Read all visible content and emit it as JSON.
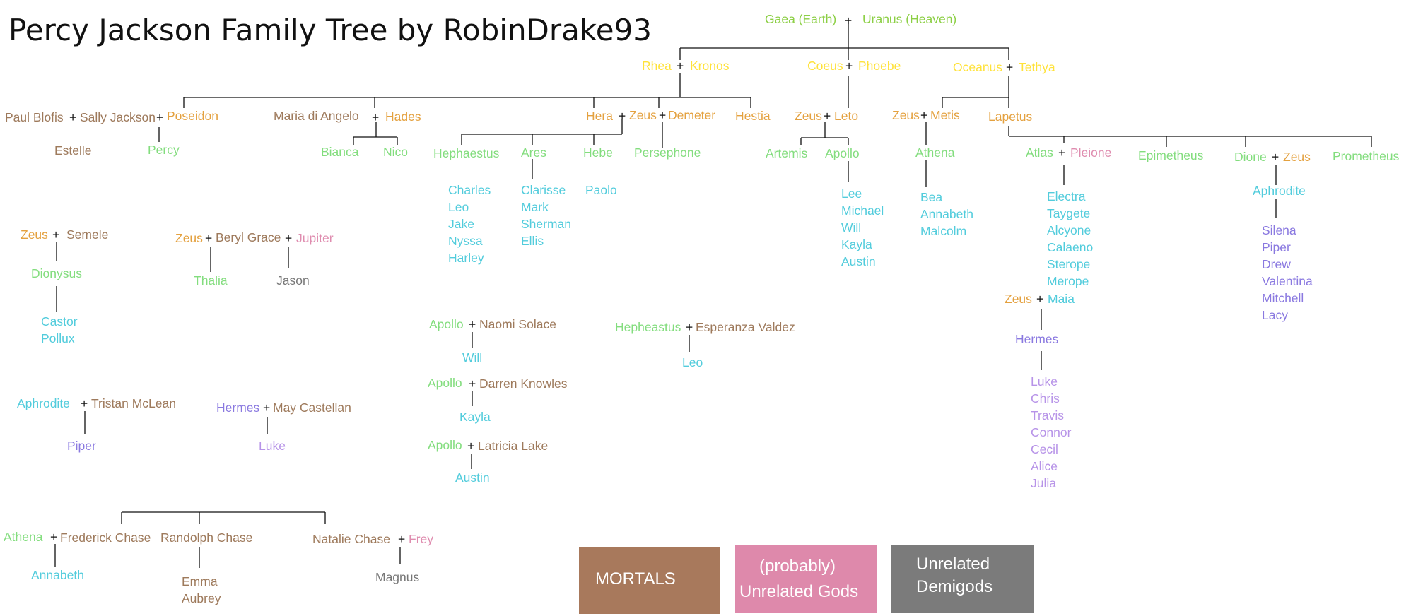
{
  "title": "Percy Jackson Family Tree by RobinDrake93",
  "colors": {
    "primordial": "#8ccf45",
    "titan": "#ffe23a",
    "olympian": "#e4a13f",
    "god": "#83dd7e",
    "demigod": "#52ccdc",
    "mortal": "#9e7a5c",
    "plus": "#111111",
    "unrelated_god": "#df8caf",
    "unrelated_demigod": "#777777",
    "hermes_child": "#b793e8",
    "aphrodite_child": "#8a79e0",
    "mortals_box": "#a8795c",
    "unrelated_gods_box": "#de89ab",
    "unrelated_demigods_box": "#7b7b7b"
  },
  "labels": {
    "gaea": "Gaea (Earth)",
    "uranus": "Uranus (Heaven)",
    "rhea": "Rhea",
    "kronos": "Kronos",
    "coeus": "Coeus",
    "phoebe": "Phoebe",
    "oceanus": "Oceanus",
    "tethya": "Tethya",
    "paul": "Paul Blofis",
    "sally": "Sally Jackson",
    "poseidon": "Poseidon",
    "estelle": "Estelle",
    "percy": "Percy",
    "maria": "Maria di Angelo",
    "hades": "Hades",
    "bianca": "Bianca",
    "nico": "Nico",
    "hera": "Hera",
    "zeus_main": "Zeus",
    "demeter": "Demeter",
    "hestia": "Hestia",
    "hephaestus": "Hephaestus",
    "ares": "Ares",
    "hebe": "Hebe",
    "persephone": "Persephone",
    "zeus_leto": "Zeus",
    "leto": "Leto",
    "artemis": "Artemis",
    "apollo": "Apollo",
    "zeus_metis": "Zeus",
    "metis": "Metis",
    "athena": "Athena",
    "lapetus": "Lapetus",
    "atlas": "Atlas",
    "pleione": "Pleione",
    "epimetheus": "Epimetheus",
    "dione": "Dione",
    "zeus_dione": "Zeus",
    "prometheus": "Prometheus",
    "aphrodite": "Aphrodite",
    "zeus_maia": "Zeus",
    "maia": "Maia",
    "hermes": "Hermes",
    "zeus_semele": "Zeus",
    "semele": "Semele",
    "dionysus": "Dionysus",
    "zeus_beryl": "Zeus",
    "beryl": "Beryl Grace",
    "jupiter": "Jupiter",
    "thalia": "Thalia",
    "jason": "Jason",
    "apollo1": "Apollo",
    "naomi": "Naomi Solace",
    "will2": "Will",
    "apollo2": "Apollo",
    "darren": "Darren Knowles",
    "kayla2": "Kayla",
    "apollo3": "Apollo",
    "latricia": "Latricia Lake",
    "austin2": "Austin",
    "hepheastus": "Hepheastus",
    "esperanza": "Esperanza Valdez",
    "leo2": "Leo",
    "aphrodite2": "Aphrodite",
    "tristan": "Tristan McLean",
    "piper2": "Piper",
    "hermes2": "Hermes",
    "may": "May Castellan",
    "luke2": "Luke",
    "athena2": "Athena",
    "frederick": "Frederick Chase",
    "randolph": "Randolph Chase",
    "natalie": "Natalie Chase",
    "frey": "Frey",
    "annabeth2": "Annabeth",
    "emma": "Emma",
    "aubrey": "Aubrey",
    "magnus": "Magnus",
    "plus": "+"
  },
  "children_lists": {
    "hephaestus": [
      "Charles",
      "Leo",
      "Jake",
      "Nyssa",
      "Harley"
    ],
    "ares": [
      "Clarisse",
      "Mark",
      "Sherman",
      "Ellis"
    ],
    "hebe": [
      "Paolo"
    ],
    "apollo": [
      "Lee",
      "Michael",
      "Will",
      "Kayla",
      "Austin"
    ],
    "athena": [
      "Bea",
      "Annabeth",
      "Malcolm"
    ],
    "pleiades": [
      "Electra",
      "Taygete",
      "Alcyone",
      "Calaeno",
      "Sterope",
      "Merope"
    ],
    "aphrodite": [
      "Silena",
      "Piper",
      "Drew",
      "Valentina",
      "Mitchell",
      "Lacy"
    ],
    "dionysus": [
      "Castor",
      "Pollux"
    ],
    "hermes": [
      "Luke",
      "Chris",
      "Travis",
      "Connor",
      "Cecil",
      "Alice",
      "Julia"
    ]
  },
  "legend": {
    "mortals": "MORTALS",
    "unrelated_gods_line1": "(probably)",
    "unrelated_gods_line2": "Unrelated Gods",
    "unrelated_demigods_line1": "Unrelated",
    "unrelated_demigods_line2": "Demigods"
  }
}
